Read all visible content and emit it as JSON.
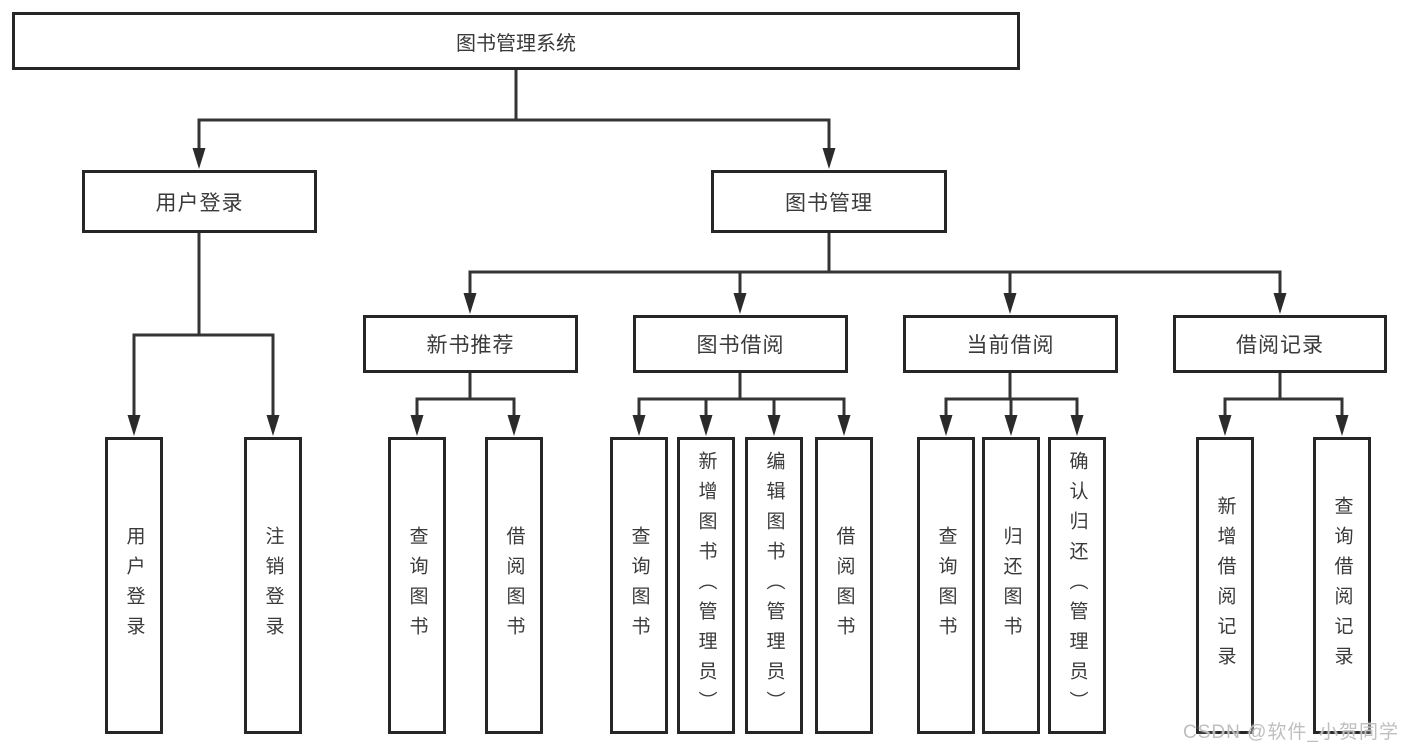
{
  "diagram": {
    "title": "图书管理系统",
    "branches": [
      {
        "label": "用户登录",
        "children": [
          {
            "label": "用户登录"
          },
          {
            "label": "注销登录"
          }
        ]
      },
      {
        "label": "图书管理",
        "children": [
          {
            "label": "新书推荐",
            "children": [
              {
                "label": "查询图书"
              },
              {
                "label": "借阅图书"
              }
            ]
          },
          {
            "label": "图书借阅",
            "children": [
              {
                "label": "查询图书"
              },
              {
                "label": "新增图书（管理员）"
              },
              {
                "label": "编辑图书（管理员）"
              },
              {
                "label": "借阅图书"
              }
            ]
          },
          {
            "label": "当前借阅",
            "children": [
              {
                "label": "查询图书"
              },
              {
                "label": "归还图书"
              },
              {
                "label": "确认归还（管理员）"
              }
            ]
          },
          {
            "label": "借阅记录",
            "children": [
              {
                "label": "新增借阅记录"
              },
              {
                "label": "查询借阅记录"
              }
            ]
          }
        ]
      }
    ]
  },
  "watermark": "CSDN @软件_小贺同学",
  "colors": {
    "line": "#343434",
    "box_border": "#262626",
    "text": "#3a3a3a",
    "watermark": "#bfbfbf",
    "background": "#ffffff"
  }
}
